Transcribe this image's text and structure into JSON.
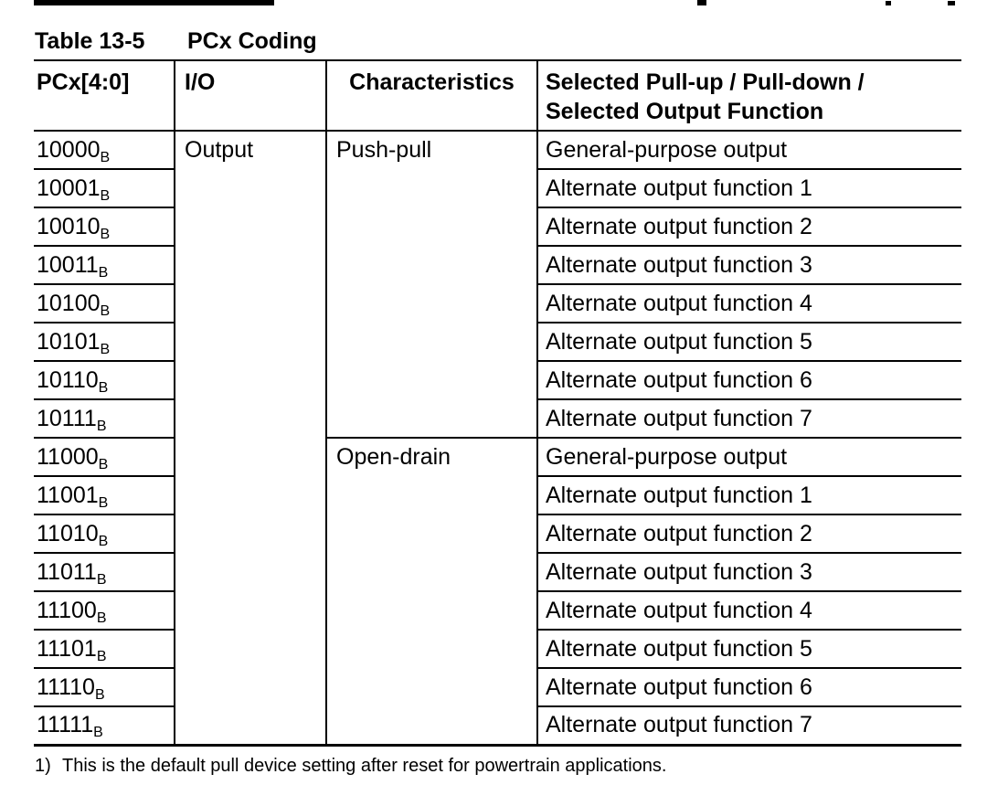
{
  "caption": {
    "label": "Table 13-5",
    "title": "PCx Coding"
  },
  "table": {
    "headers": {
      "pcx": "PCx[4:0]",
      "io": "I/O",
      "characteristics": "Characteristics",
      "selected_line1": "Selected Pull-up / Pull-down /",
      "selected_line2": "Selected Output Function"
    },
    "code_subscript": "B",
    "io_value": "Output",
    "groups": [
      {
        "characteristics": "Push-pull"
      },
      {
        "characteristics": "Open-drain"
      }
    ],
    "rows": [
      {
        "code": "10000",
        "function": "General-purpose output"
      },
      {
        "code": "10001",
        "function": "Alternate output function 1"
      },
      {
        "code": "10010",
        "function": "Alternate output function 2"
      },
      {
        "code": "10011",
        "function": "Alternate output function 3"
      },
      {
        "code": "10100",
        "function": "Alternate output function 4"
      },
      {
        "code": "10101",
        "function": "Alternate output function 5"
      },
      {
        "code": "10110",
        "function": "Alternate output function 6"
      },
      {
        "code": "10111",
        "function": "Alternate output function 7"
      },
      {
        "code": "11000",
        "function": "General-purpose output"
      },
      {
        "code": "11001",
        "function": "Alternate output function 1"
      },
      {
        "code": "11010",
        "function": "Alternate output function 2"
      },
      {
        "code": "11011",
        "function": "Alternate output function 3"
      },
      {
        "code": "11100",
        "function": "Alternate output function 4"
      },
      {
        "code": "11101",
        "function": "Alternate output function 5"
      },
      {
        "code": "11110",
        "function": "Alternate output function 6"
      },
      {
        "code": "11111",
        "function": "Alternate output function 7"
      }
    ]
  },
  "footnote": {
    "marker": "1)",
    "text": "This is the default pull device setting after reset for powertrain applications."
  }
}
